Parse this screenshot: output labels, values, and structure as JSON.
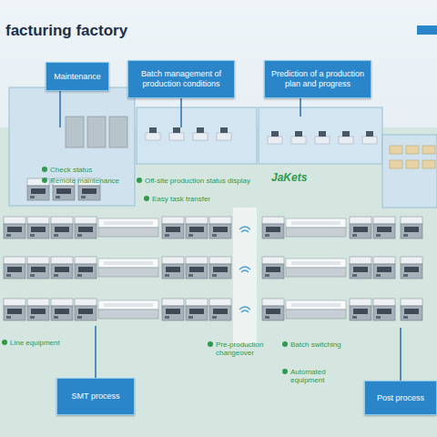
{
  "diagram": {
    "title": "facturing factory",
    "nodes": [
      {
        "text": [
          "Maintenance"
        ]
      },
      {
        "text": [
          "Batch management of production conditions"
        ]
      },
      {
        "text": [
          "Prediction of a production plan and progress"
        ]
      },
      {
        "text": [
          "SMT process"
        ]
      },
      {
        "text": [
          "Post process"
        ]
      }
    ],
    "labels": [
      "Check status",
      "Remote maintenance",
      "Off-site production status display",
      "JaKets",
      "Easy task transfer",
      "Line equipment",
      "Pre-production changeover",
      "Batch switching",
      "Automated equipment"
    ]
  }
}
